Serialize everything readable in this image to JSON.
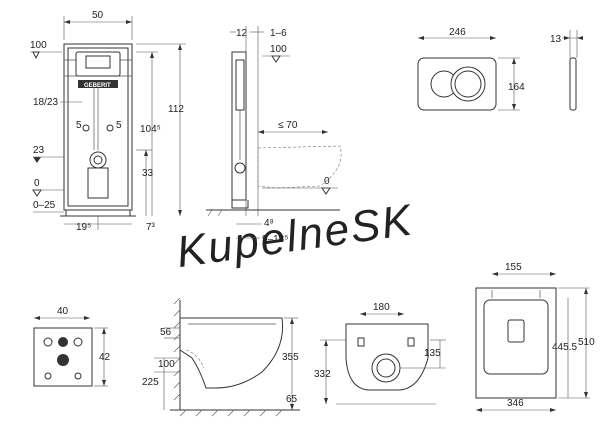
{
  "watermark": "KupelneSK",
  "installation_frame": {
    "brand": "GEBERIT",
    "labels": {
      "width_top": "50",
      "level_top": "100",
      "spacing": "18/23",
      "offset_left": "5",
      "offset_right": "5",
      "level_mid": "23",
      "level_zero": "0",
      "floor_range": "0–25",
      "height_total": "112",
      "height_inner": "104⁵",
      "height_low": "33",
      "bottom_left": "19⁵",
      "bottom_right": "7³"
    }
  },
  "side_view": {
    "labels": {
      "top_a": "12",
      "top_b": "1–6",
      "level_top": "100",
      "reach": "≤ 70",
      "level_zero": "0",
      "bottom_a": "4⁸",
      "bottom_b": "9–13⁵"
    }
  },
  "flush_plate": {
    "width": "246",
    "height": "164",
    "depth": "13"
  },
  "plate_small": {
    "width": "40",
    "height": "42"
  },
  "bowl_side": {
    "labels": {
      "top": "56",
      "inlet": "100",
      "height": "355",
      "base": "225",
      "depth": "65"
    }
  },
  "bowl_back": {
    "labels": {
      "width": "180",
      "upper": "135",
      "height": "332"
    }
  },
  "bowl_top": {
    "labels": {
      "width_top": "155",
      "length": "510",
      "inner": "445.5",
      "width": "346"
    }
  }
}
